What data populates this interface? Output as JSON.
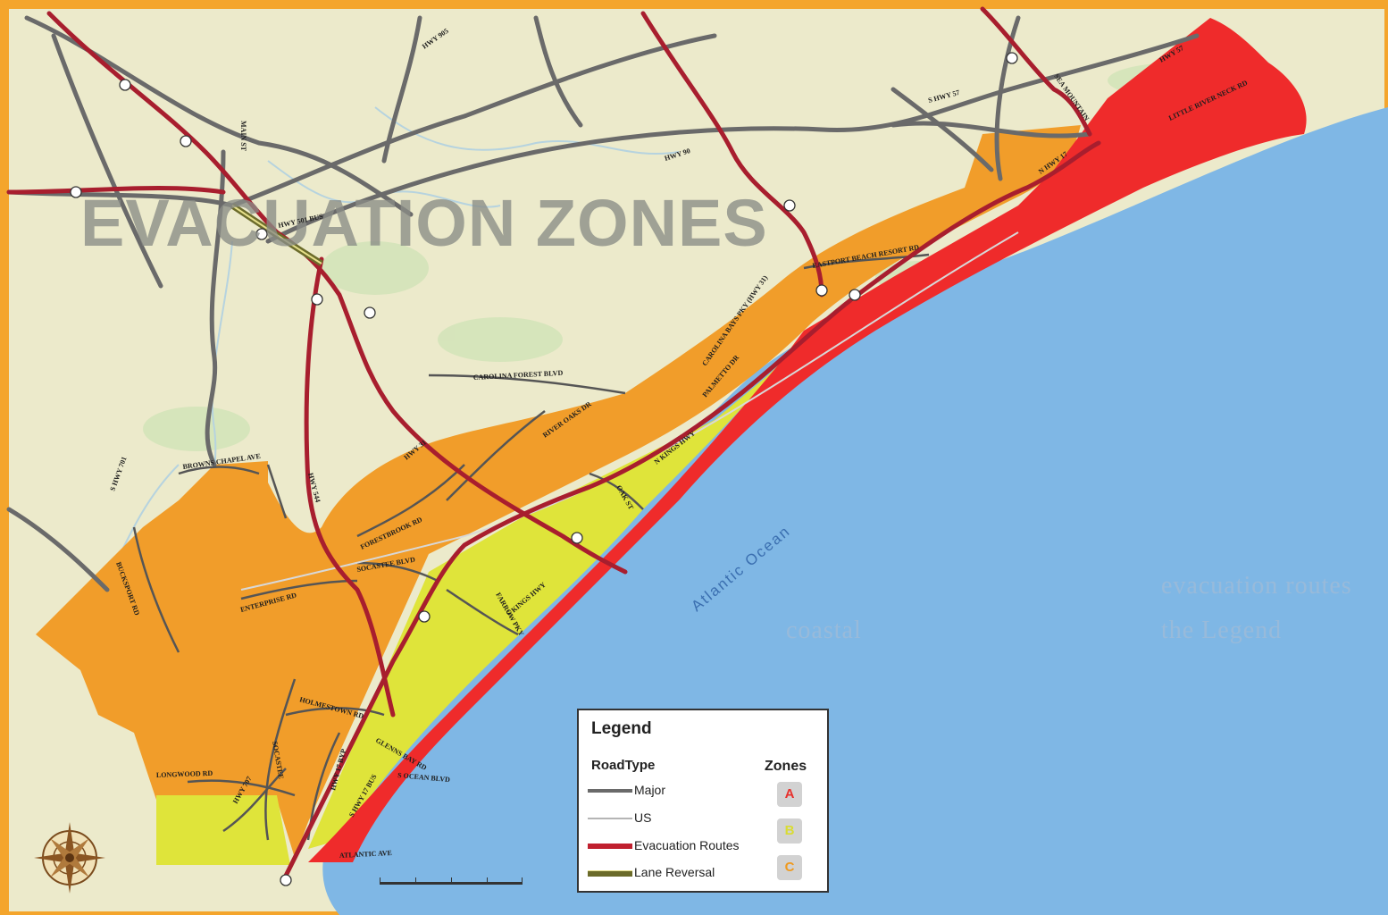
{
  "map": {
    "title": "EVACUATION ZONES",
    "ocean_label": "Atlantic Ocean",
    "colors": {
      "land": "#eceacb",
      "ocean": "#7fb7e5",
      "zone_a": "#ef2b2b",
      "zone_b": "#dfe43a",
      "zone_c": "#f19d2a",
      "major_road": "#6a6a6a",
      "evacuation_route": "#a81e2e",
      "frame": "#f4a52c"
    },
    "road_labels": [
      "HWY 905",
      "MAIN ST",
      "HWY 501 BUS",
      "HWY 90",
      "S HWY 57",
      "HWY 57",
      "SEA MOUNTAIN",
      "LITTLE RIVER NECK RD",
      "N HWY 17",
      "CAROLINA BAYS PKY (HWY 31)",
      "EASTPORT BEACH RESORT RD",
      "CAROLINA FOREST BLVD",
      "HWY 31",
      "RIVER OAKS DR",
      "N KINGS HWY",
      "OAK ST",
      "FORESTBROOK RD",
      "SOCASTEE BLVD",
      "ENTERPRISE RD",
      "BROWNS CHAPEL AVE",
      "S HWY 701",
      "BUCKSPORT RD",
      "HWY 544",
      "PALMETTO DR",
      "S KINGS HWY",
      "FARROW PKY",
      "HOLMESTOWN RD",
      "HWY 17 BYP",
      "S HWY 17 BUS",
      "LONGWOOD RD",
      "HWY 707",
      "SOCASTEE",
      "ATLANTIC AVE",
      "GLENNS BAY RD",
      "S OCEAN BLVD"
    ],
    "compass_icon": "compass-rose-icon",
    "ghost_texts": [
      "evacuation routes",
      "coastal",
      "the Legend"
    ]
  },
  "legend": {
    "title": "Legend",
    "roadtype_heading": "RoadType",
    "zones_heading": "Zones",
    "road_types": [
      {
        "label": "Major",
        "color": "#6a6a6a"
      },
      {
        "label": "US",
        "color": "#b5b5b5"
      },
      {
        "label": "Evacuation Routes",
        "color": "#c0202f"
      },
      {
        "label": "Lane Reversal",
        "color": "#6b6b2a"
      }
    ],
    "zones": [
      {
        "letter": "A",
        "color": "#e8302c"
      },
      {
        "letter": "B",
        "color": "#d9dc33"
      },
      {
        "letter": "C",
        "color": "#ef9a1f"
      }
    ]
  }
}
